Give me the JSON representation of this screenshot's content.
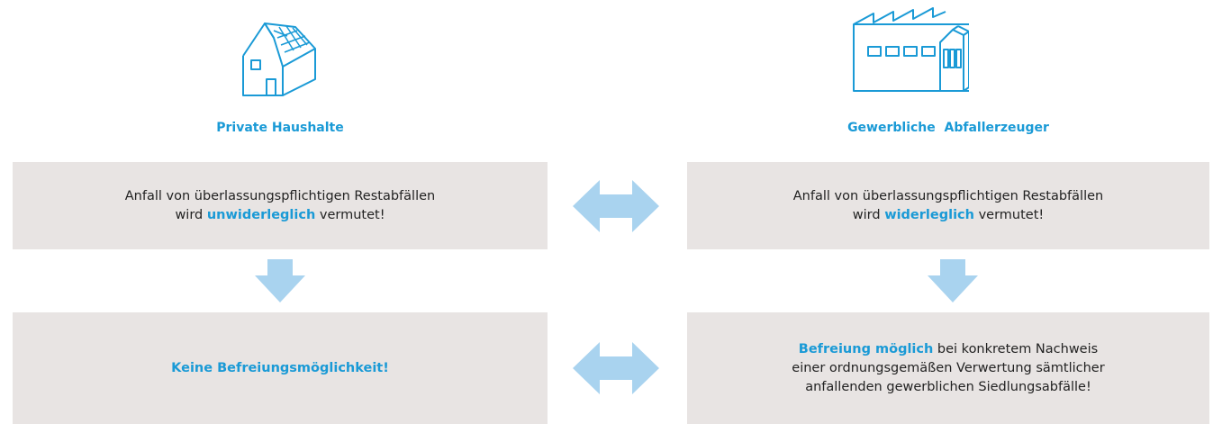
{
  "left": {
    "icon": "house-with-solar-panel-icon",
    "heading": "Private Haushalte",
    "box1": {
      "line1": "Anfall von überlassungspflichtigen Restabfällen",
      "line2_pre": "wird ",
      "line2_highlight": "unwiderleglich",
      "line2_post": " vermutet!"
    },
    "box2": {
      "text": "Keine Befreiungsmöglichkeit!"
    }
  },
  "right": {
    "icon": "factory-icon",
    "heading": "Gewerbliche  Abfallerzeuger",
    "box1": {
      "line1": "Anfall von überlassungspflichtigen Restabfällen",
      "line2_pre": "wird ",
      "line2_highlight": "widerleglich",
      "line2_post": " vermutet!"
    },
    "box2": {
      "line1_highlight": "Befreiung möglich",
      "line1_post": " bei konkretem Nachweis",
      "line2": "einer ordnungsgemäßen Verwertung sämtlicher",
      "line3": "anfallenden gewerblichen Siedlungsabfälle!"
    }
  },
  "colors": {
    "accent": "#1a9ad6",
    "arrow": "#a9d3ef",
    "box_bg": "#e8e4e3",
    "text": "#222222"
  },
  "icons": {
    "horizontal_arrow": "double-arrow-icon",
    "down_arrow": "down-arrow-icon"
  }
}
